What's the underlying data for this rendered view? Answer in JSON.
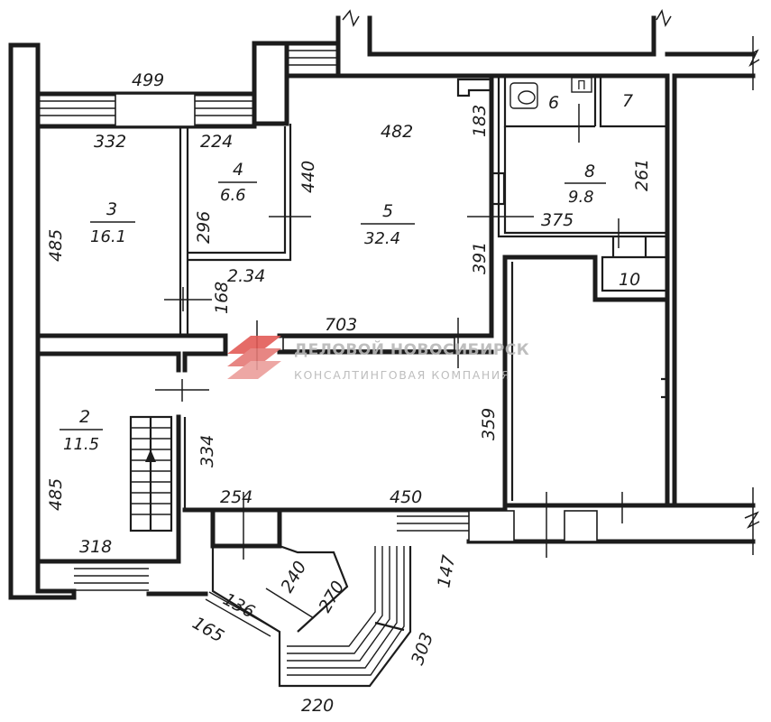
{
  "watermark": {
    "title": "ДЕЛОВОЙ НОВОСИБИРСК",
    "subtitle": "КОНСАЛТИНГОВАЯ КОМПАНИЯ",
    "logo_color": "#d9534f",
    "text_color": "#b7b7b7"
  },
  "rooms": {
    "r2": {
      "number": "2",
      "area": "11.5"
    },
    "r3": {
      "number": "3",
      "area": "16.1"
    },
    "r4": {
      "number": "4",
      "area": "6.6"
    },
    "r5": {
      "number": "5",
      "area": "32.4"
    },
    "r6": {
      "number": "6"
    },
    "r7": {
      "number": "7"
    },
    "r8": {
      "number": "8",
      "area": "9.8"
    },
    "r10": {
      "number": "10"
    }
  },
  "fixture_label": "П",
  "dimensions": {
    "d499": "499",
    "d332": "332",
    "d224": "224",
    "d440": "440",
    "d482": "482",
    "d183": "183",
    "d261": "261",
    "d375": "375",
    "d485_left": "485",
    "d296": "296",
    "d391": "391",
    "d168": "168",
    "d234": "2.34",
    "d703": "703",
    "d359": "359",
    "d334": "334",
    "d485_bottom": "485",
    "d254": "254",
    "d450": "450",
    "d318": "318",
    "d240": "240",
    "d270": "270",
    "d147": "147",
    "d136": "136",
    "d165": "165",
    "d303": "303",
    "d220": "220"
  }
}
